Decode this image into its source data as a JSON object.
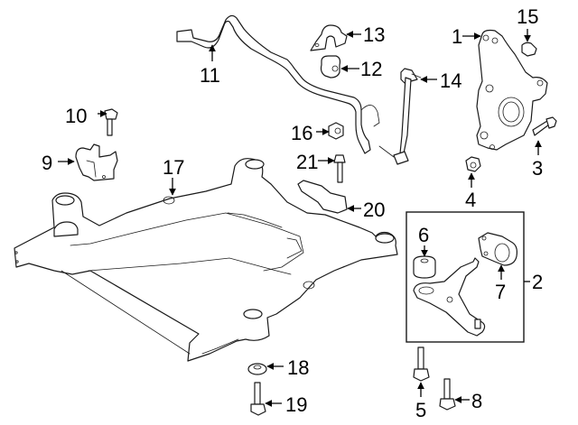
{
  "diagram": {
    "title": "Front suspension / subframe exploded parts diagram",
    "callouts": [
      {
        "id": "1",
        "label": "1",
        "part": "steering-knuckle"
      },
      {
        "id": "2",
        "label": "2",
        "part": "lower-control-arm-assembly"
      },
      {
        "id": "3",
        "label": "3",
        "part": "knuckle-bolt"
      },
      {
        "id": "4",
        "label": "4",
        "part": "knuckle-nut"
      },
      {
        "id": "5",
        "label": "5",
        "part": "control-arm-bolt-front"
      },
      {
        "id": "6",
        "label": "6",
        "part": "control-arm-front-bushing"
      },
      {
        "id": "7",
        "label": "7",
        "part": "control-arm-rear-bushing"
      },
      {
        "id": "8",
        "label": "8",
        "part": "control-arm-bolt-rear"
      },
      {
        "id": "9",
        "label": "9",
        "part": "mount-bracket"
      },
      {
        "id": "10",
        "label": "10",
        "part": "bracket-bolt"
      },
      {
        "id": "11",
        "label": "11",
        "part": "stabilizer-bar"
      },
      {
        "id": "12",
        "label": "12",
        "part": "stabilizer-bar-bushing"
      },
      {
        "id": "13",
        "label": "13",
        "part": "bushing-bracket"
      },
      {
        "id": "14",
        "label": "14",
        "part": "stabilizer-link"
      },
      {
        "id": "15",
        "label": "15",
        "part": "dust-cap"
      },
      {
        "id": "16",
        "label": "16",
        "part": "link-nut"
      },
      {
        "id": "17",
        "label": "17",
        "part": "front-subframe"
      },
      {
        "id": "18",
        "label": "18",
        "part": "subframe-washer"
      },
      {
        "id": "19",
        "label": "19",
        "part": "subframe-bolt"
      },
      {
        "id": "20",
        "label": "20",
        "part": "rear-mount-bracket"
      },
      {
        "id": "21",
        "label": "21",
        "part": "rear-bracket-bolt"
      }
    ]
  }
}
